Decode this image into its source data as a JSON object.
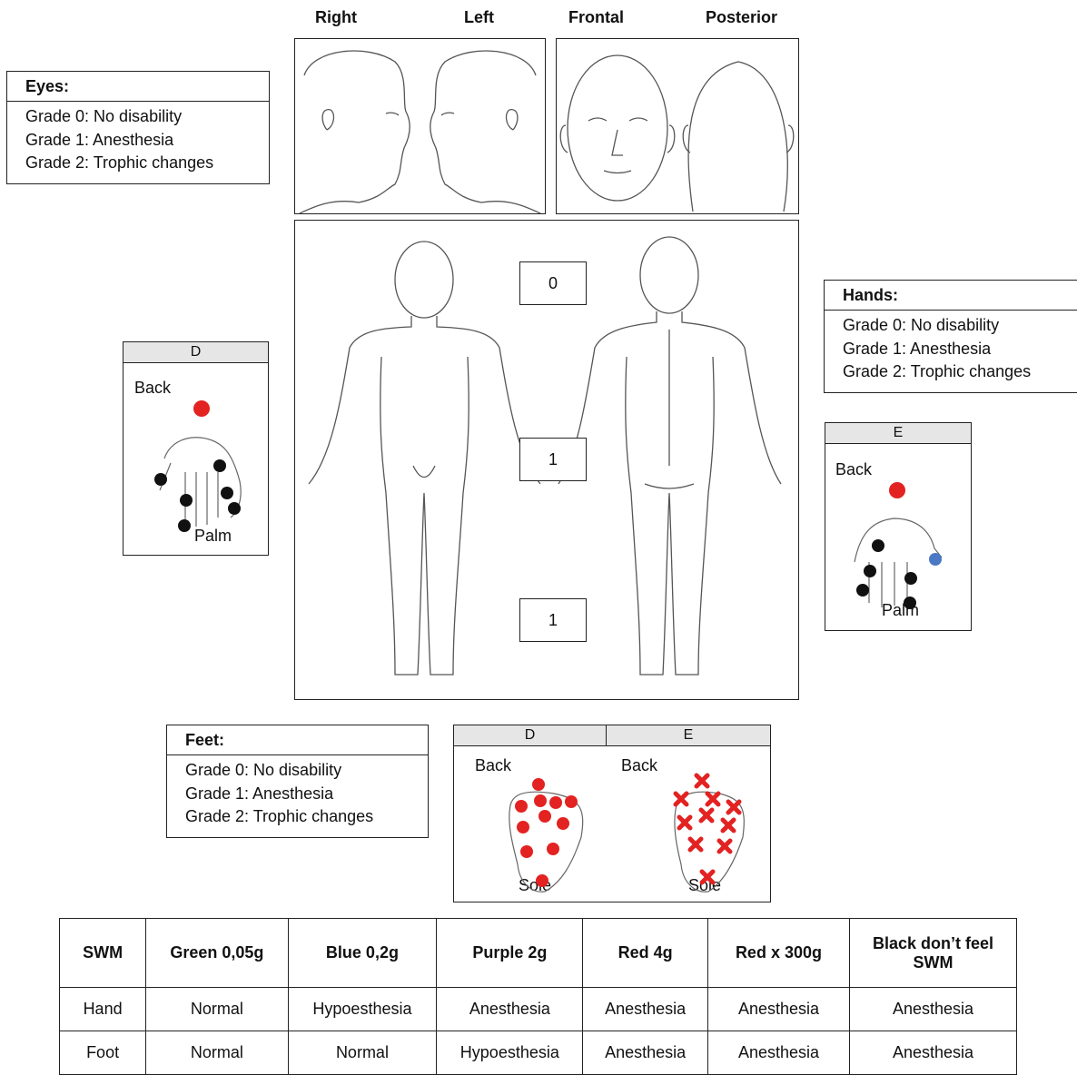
{
  "view_headers": {
    "right": "Right",
    "left": "Left",
    "frontal": "Frontal",
    "posterior": "Posterior"
  },
  "eyes": {
    "title": "Eyes:",
    "grades": [
      "Grade 0: No disability",
      "Grade 1: Anesthesia",
      "Grade 2: Trophic changes"
    ]
  },
  "hands": {
    "title": "Hands:",
    "grades": [
      "Grade 0: No disability",
      "Grade 1: Anesthesia",
      "Grade 2: Trophic changes"
    ]
  },
  "feet": {
    "title": "Feet:",
    "grades": [
      "Grade 0: No disability",
      "Grade 1: Anesthesia",
      "Grade 2: Trophic changes"
    ]
  },
  "body_grades": {
    "eyes": "0",
    "hands": "1",
    "feet": "1"
  },
  "hand_right": {
    "side": "D",
    "back": "Back",
    "palm": "Palm"
  },
  "hand_left": {
    "side": "E",
    "back": "Back",
    "palm": "Palm"
  },
  "feet_card": {
    "right_side": "D",
    "left_side": "E",
    "back_right": "Back",
    "back_left": "Back",
    "sole_right": "Sole",
    "sole_left": "Sole"
  },
  "colors": {
    "red": "#e32222",
    "black": "#111111",
    "blue": "#4a78c4"
  },
  "table": {
    "headers": [
      "SWM",
      "Green 0,05g",
      "Blue 0,2g",
      "Purple 2g",
      "Red 4g",
      "Red x 300g",
      "Black don’t feel SWM"
    ],
    "rows": [
      [
        "Hand",
        "Normal",
        "Hypoesthesia",
        "Anesthesia",
        "Anesthesia",
        "Anesthesia",
        "Anesthesia"
      ],
      [
        "Foot",
        "Normal",
        "Normal",
        "Hypoesthesia",
        "Anesthesia",
        "Anesthesia",
        "Anesthesia"
      ]
    ]
  }
}
